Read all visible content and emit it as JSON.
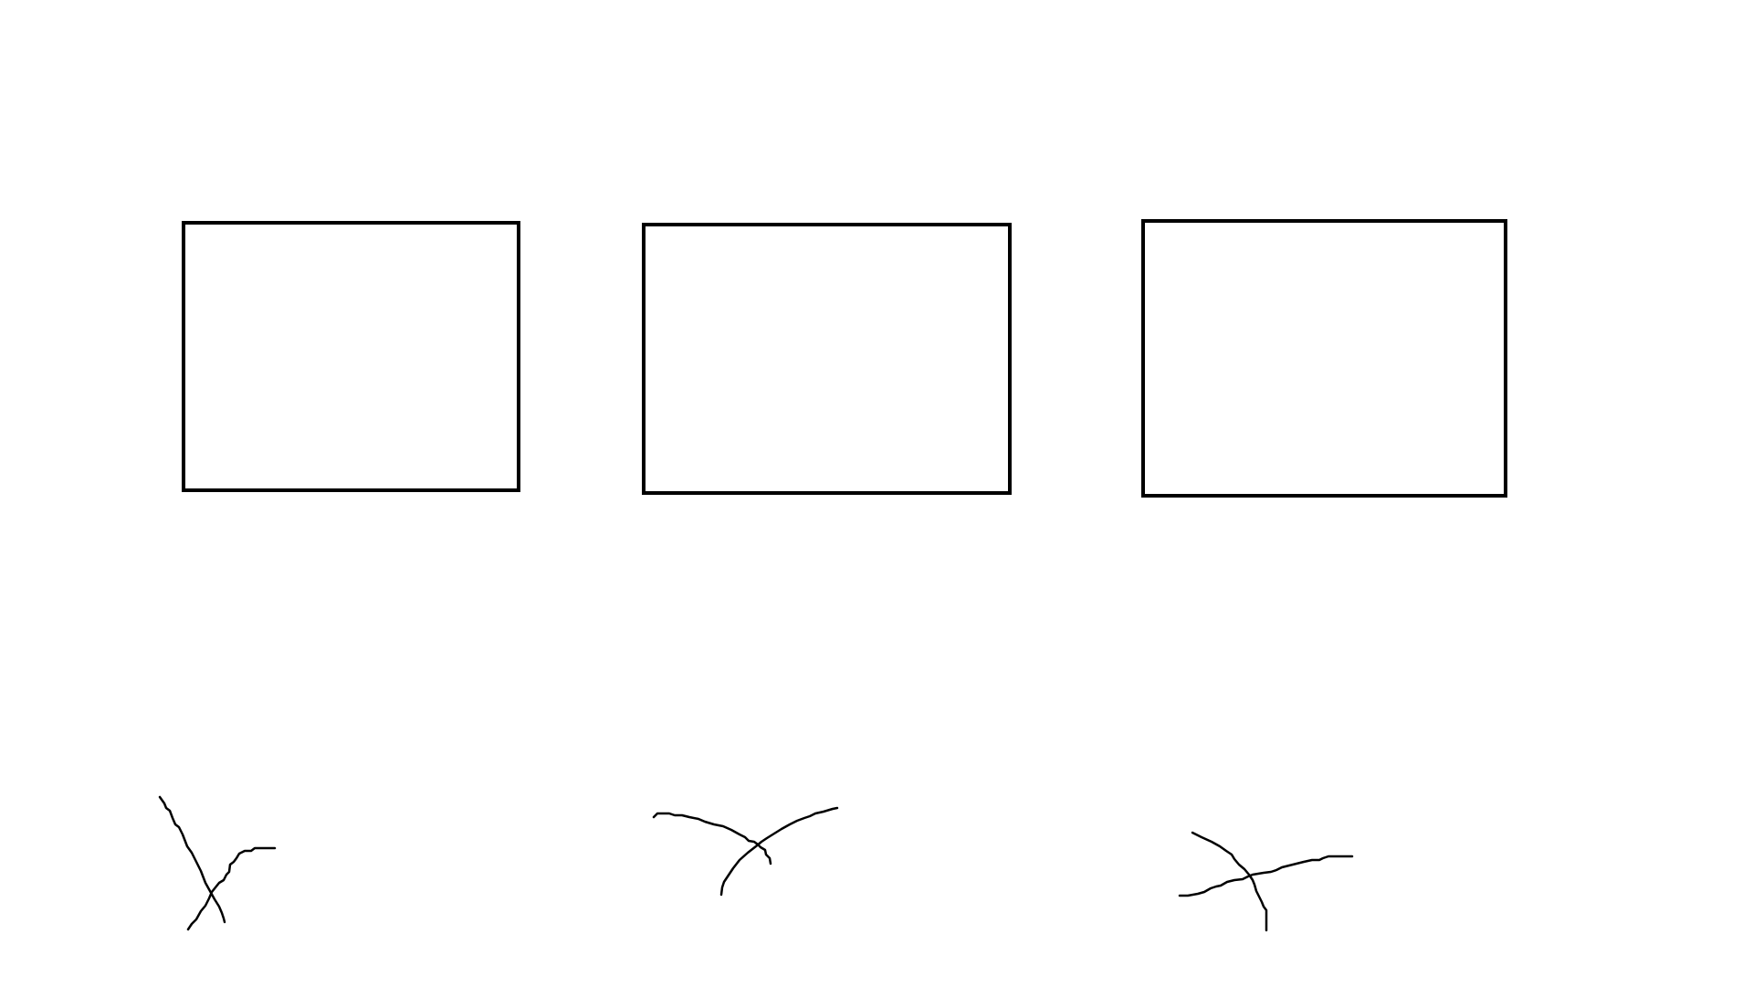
{
  "canvas": {
    "background": "#ffffff",
    "ink_color": "#000000"
  },
  "sketches": [
    {
      "label": "",
      "frame": "rectangle",
      "mark": "handwritten-x"
    },
    {
      "label": "",
      "frame": "rectangle",
      "mark": "handwritten-x"
    },
    {
      "label": "",
      "frame": "rectangle",
      "mark": "handwritten-x"
    }
  ]
}
